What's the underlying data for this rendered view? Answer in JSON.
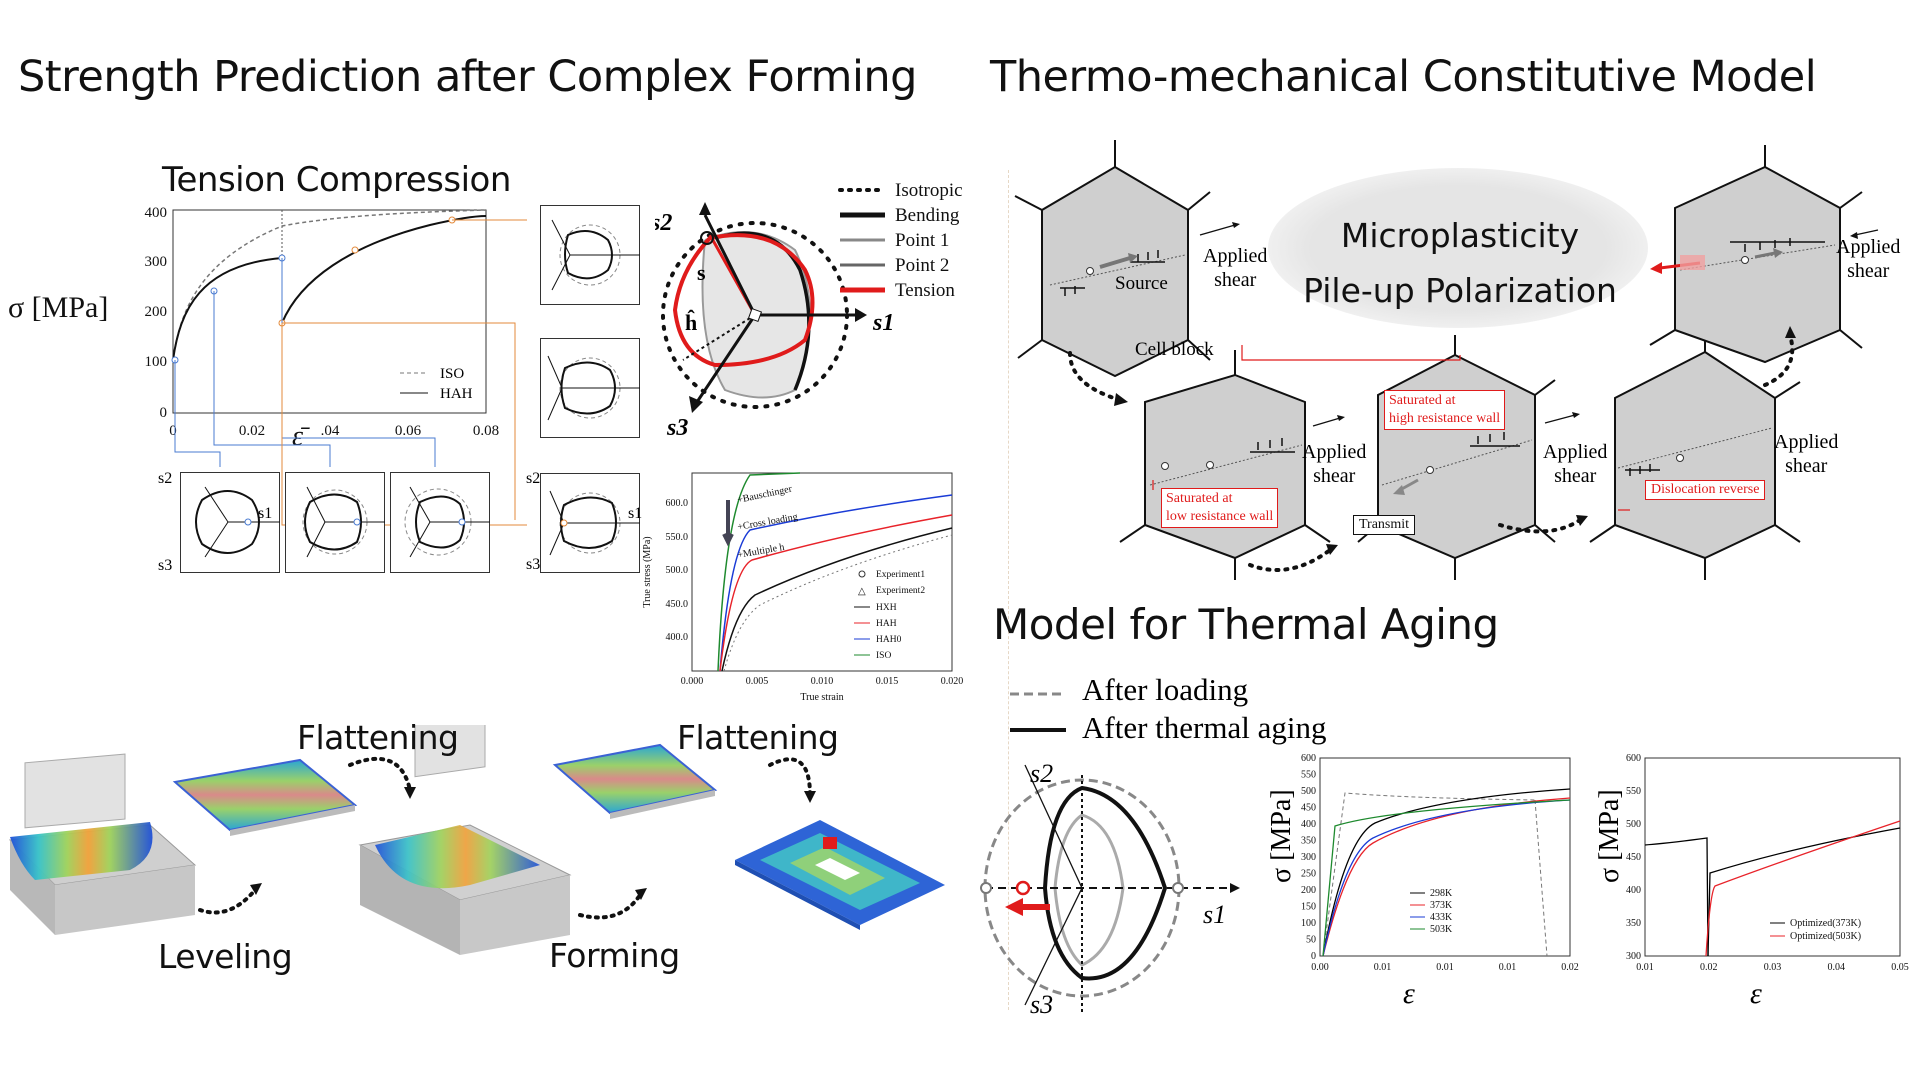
{
  "left": {
    "title": "Strength Prediction after Complex Forming",
    "tc_title": "Tension Compression",
    "tc_chart": {
      "ylabel": "σ [MPa]",
      "y_ticks": [
        "0",
        "100",
        "200",
        "300",
        "400"
      ],
      "x_ticks": [
        "0",
        "0.02",
        ".04",
        "0.06",
        "0.08"
      ],
      "xlabel": "ε̄",
      "legend": [
        "ISO",
        "HAH"
      ]
    },
    "yield_axes": {
      "s2": "s2",
      "s3": "s3",
      "s1": "s1"
    },
    "sphere": {
      "s1": "s1",
      "s2": "s2",
      "s3": "s3",
      "s": "s",
      "h": "ĥ",
      "legend": [
        "Isotropic",
        "Bending",
        "Point 1",
        "Point 2",
        "Tension"
      ]
    },
    "stress_chart": {
      "xlabel": "True strain",
      "ylabel": "True stress (MPa)",
      "x_ticks": [
        "0.000",
        "0.005",
        "0.010",
        "0.015",
        "0.020"
      ],
      "y_ticks": [
        "400.0",
        "450.0",
        "500.0",
        "550.0",
        "600.0"
      ],
      "annotations": [
        "+Bauschinger",
        "+Cross loading",
        "+Multiple h"
      ],
      "legend": [
        "Experiment1",
        "Experiment2",
        "HXH",
        "HAH",
        "HAH0",
        "ISO"
      ]
    },
    "forming_labels": [
      "Flattening",
      "Leveling",
      "Forming",
      "Flattening"
    ]
  },
  "right": {
    "title": "Thermo-mechanical Constitutive Model",
    "bubble": [
      "Microplasticity",
      "Pile-up Polarization"
    ],
    "labels": {
      "applied": "Applied",
      "shear": "shear",
      "source": "Source",
      "cell_block": "Cell block",
      "saturated_high": [
        "Saturated at",
        "high resistance wall"
      ],
      "saturated_low": [
        "Saturated at",
        "low resistance wall"
      ],
      "transmit": "Transmit",
      "dislocation_reverse": "Dislocation reverse"
    },
    "aging_title": "Model for Thermal Aging",
    "aging_legend": [
      "After loading",
      "After thermal aging"
    ],
    "ellipse_axes": {
      "s1": "s1",
      "s2": "s2",
      "s3": "s3"
    },
    "chart1": {
      "ylabel": "σ [MPa]",
      "xlabel": "ε",
      "y_ticks": [
        "0",
        "50",
        "100",
        "150",
        "200",
        "250",
        "300",
        "350",
        "400",
        "450",
        "500",
        "550",
        "600"
      ],
      "x_ticks": [
        "0.00",
        "0.01",
        "0.01",
        "0.01",
        "0.02"
      ],
      "legend": [
        "298K",
        "373K",
        "433K",
        "503K"
      ],
      "colors": [
        "#000000",
        "#e8232a",
        "#1a3bd6",
        "#1e8a2e"
      ]
    },
    "chart2": {
      "ylabel": "σ [MPa]",
      "xlabel": "ε",
      "y_ticks": [
        "300",
        "350",
        "400",
        "450",
        "500",
        "550",
        "600"
      ],
      "x_ticks": [
        "0.01",
        "0.02",
        "0.03",
        "0.04",
        "0.05"
      ],
      "legend": [
        "Optimized(373K)",
        "Optimized(503K)"
      ]
    }
  }
}
